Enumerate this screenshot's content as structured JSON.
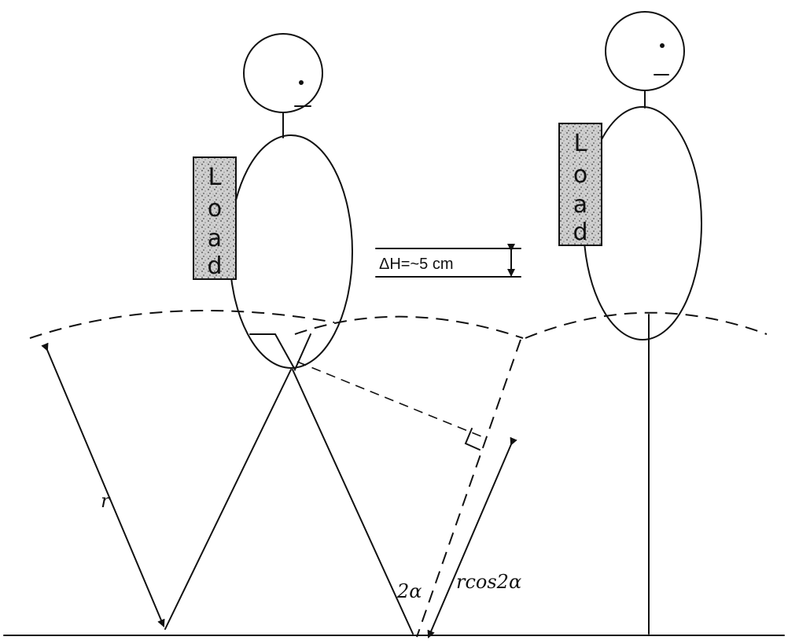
{
  "load_label_letters": [
    "L",
    "o",
    "a",
    "d"
  ],
  "annotations": {
    "delta_h": "ΔH=~5 cm",
    "leg_length": "r",
    "projection": "rcos2α",
    "angle": "2α"
  }
}
